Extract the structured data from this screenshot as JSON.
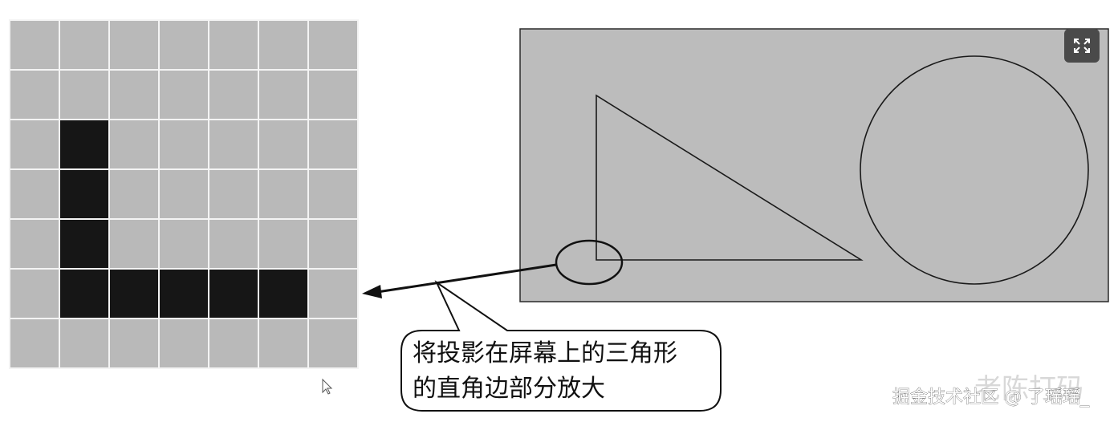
{
  "pixel_grid": {
    "rows": 7,
    "cols": 7,
    "empty_color": "#b9b9b9",
    "filled_color": "#161616",
    "filled_cells": [
      [
        2,
        1
      ],
      [
        3,
        1
      ],
      [
        4,
        1
      ],
      [
        5,
        1
      ],
      [
        5,
        2
      ],
      [
        5,
        3
      ],
      [
        5,
        4
      ],
      [
        5,
        5
      ]
    ]
  },
  "screen_panel": {
    "background_color": "#bcbcbc",
    "expand_icon": "expand-icon"
  },
  "callout": {
    "line1": "将投影在屏幕上的三角形",
    "line2": "的直角边部分放大"
  },
  "watermark": {
    "text": "掘金技术社区 @ 了瑶瑶_",
    "faint_text": "老陈打码"
  }
}
